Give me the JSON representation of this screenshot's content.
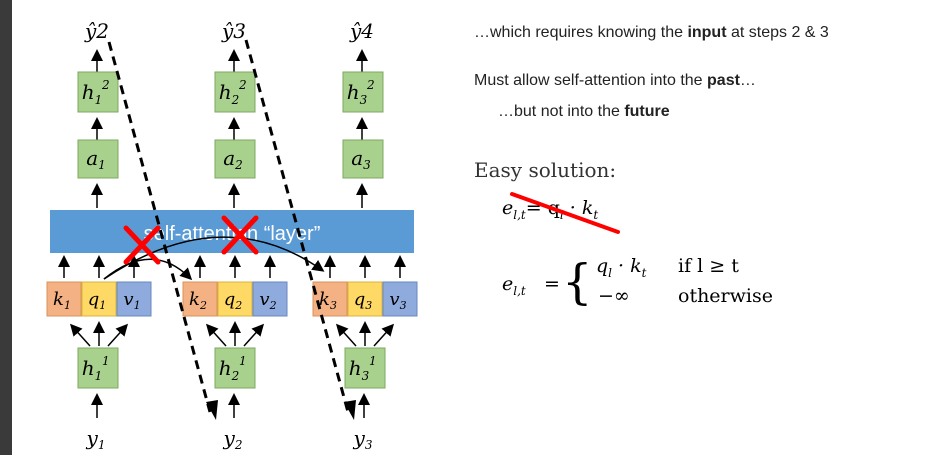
{
  "outputs": [
    "ŷ2",
    "ŷ3",
    "ŷ4"
  ],
  "hidden2": [
    "h",
    "h",
    "h"
  ],
  "hidden2_sup": "2",
  "hidden2_sub": [
    "1",
    "2",
    "3"
  ],
  "a_nodes": [
    "a",
    "a",
    "a"
  ],
  "a_sub": [
    "1",
    "2",
    "3"
  ],
  "attention_layer": {
    "label": "self-attention “layer”"
  },
  "kqv": {
    "k": "k",
    "q": "q",
    "v": "v",
    "sub": [
      "1",
      "2",
      "3"
    ]
  },
  "hidden1": [
    "h",
    "h",
    "h"
  ],
  "hidden1_sup": "1",
  "hidden1_sub": [
    "1",
    "2",
    "3"
  ],
  "inputs": [
    "y",
    "y",
    "y"
  ],
  "inputs_sub": [
    "1",
    "2",
    "3"
  ],
  "text": {
    "line1_pre": "…which requires knowing the ",
    "line1_bold": "input",
    "line1_post": " at steps 2 & 3",
    "line2_pre": "Must allow self-attention into the ",
    "line2_bold": "past",
    "line2_post": "…",
    "line3_pre": "…but not into the ",
    "line3_bold": "future",
    "easy": "Easy solution:"
  },
  "formula1": "e",
  "formula1_sub": "l,t",
  "formula1_rhs": "= q",
  "formula1_q_sub": "l",
  "formula1_k": " · k",
  "formula1_k_sub": "t",
  "formula2": {
    "lhs": "e",
    "lhs_sub": "l,t",
    "eq": "=",
    "case1_expr": "q",
    "case1_q_sub": "l",
    "case1_k": " · k",
    "case1_k_sub": "t",
    "case1_cond": "if l ≥ t",
    "case2_expr": "−∞",
    "case2_cond": "otherwise"
  },
  "colors": {
    "green": "#a9d18e",
    "blue_layer": "#5b9bd5",
    "k_orange": "#f4b183",
    "q_yellow": "#ffd966",
    "v_blue": "#8faadc",
    "cross_red": "#ff0000"
  }
}
